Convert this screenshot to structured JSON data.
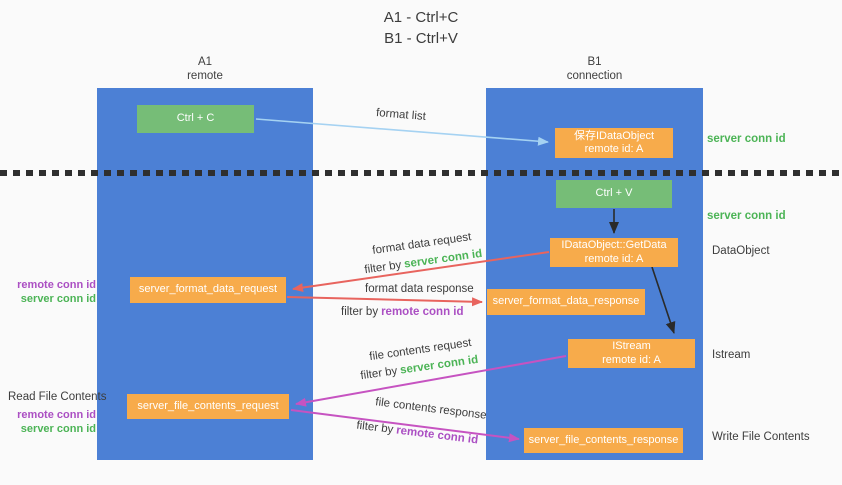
{
  "title": {
    "line1": "A1 - Ctrl+C",
    "line2": "B1 - Ctrl+V"
  },
  "lanes": {
    "left": {
      "id": "A1",
      "name": "remote"
    },
    "right": {
      "id": "B1",
      "name": "connection"
    }
  },
  "nodes": {
    "ctrl_c": "Ctrl + C",
    "ctrl_v": "Ctrl + V",
    "save_dataobject": {
      "title": "保存IDataObject",
      "subtitle": "remote id: A"
    },
    "getdata": {
      "title": "IDataObject::GetData",
      "subtitle": "remote id: A"
    },
    "istream": {
      "title": "IStream",
      "subtitle": "remote id: A"
    },
    "format_request": "server_format_data_request",
    "format_response": "server_format_data_response",
    "file_request": "server_file_contents_request",
    "file_response": "server_file_contents_response"
  },
  "labels": {
    "format_list": "format list",
    "format_data_request": "format data request",
    "format_data_response": "format data response",
    "file_contents_request": "file contents request",
    "file_contents_response": "file contents response",
    "filter_by": "filter by",
    "server_conn_id": "server conn id",
    "remote_conn_id": "remote conn id",
    "dataobject": "DataObject",
    "istream_side": "Istream",
    "read_file_contents": "Read File Contents",
    "write_file_contents": "Write File Contents"
  },
  "colors": {
    "lane_blue": "#4c80d5",
    "box_orange": "#f7ab4b",
    "box_green": "#76bd77",
    "text_green": "#4cb456",
    "text_purple": "#ab4fc3",
    "arrow_red": "#e8645e",
    "arrow_blue": "#a5d2f2",
    "arrow_magenta": "#c653c1",
    "arrow_black": "#2a2a2a",
    "text_dark": "#3d3d3d",
    "background": "#fafafa"
  }
}
